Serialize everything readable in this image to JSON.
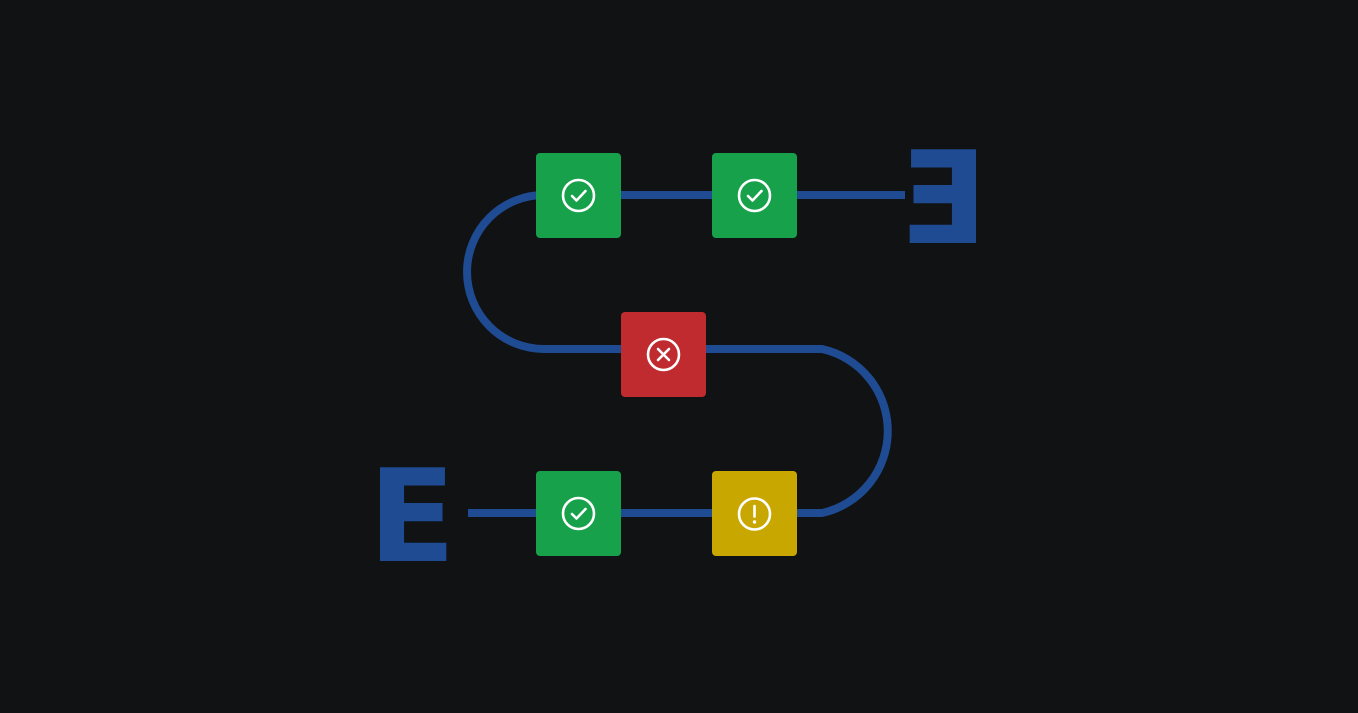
{
  "colors": {
    "background": "#111214",
    "path": "#1f4b93",
    "success": "#16a14a",
    "failure": "#c02b2f",
    "warning": "#c8a800",
    "icon_stroke": "#ffffff"
  },
  "pipeline": {
    "path_shape": "s-curve",
    "end_markers": [
      {
        "id": "start",
        "glyph": "E",
        "mirrored": false
      },
      {
        "id": "end",
        "glyph": "E",
        "mirrored": true
      }
    ],
    "steps": [
      {
        "id": "step-1",
        "status": "success",
        "icon": "check-circle-icon"
      },
      {
        "id": "step-2",
        "status": "warning",
        "icon": "exclamation-circle-icon"
      },
      {
        "id": "step-3",
        "status": "failure",
        "icon": "x-circle-icon"
      },
      {
        "id": "step-4",
        "status": "success",
        "icon": "check-circle-icon"
      },
      {
        "id": "step-5",
        "status": "success",
        "icon": "check-circle-icon"
      }
    ]
  }
}
